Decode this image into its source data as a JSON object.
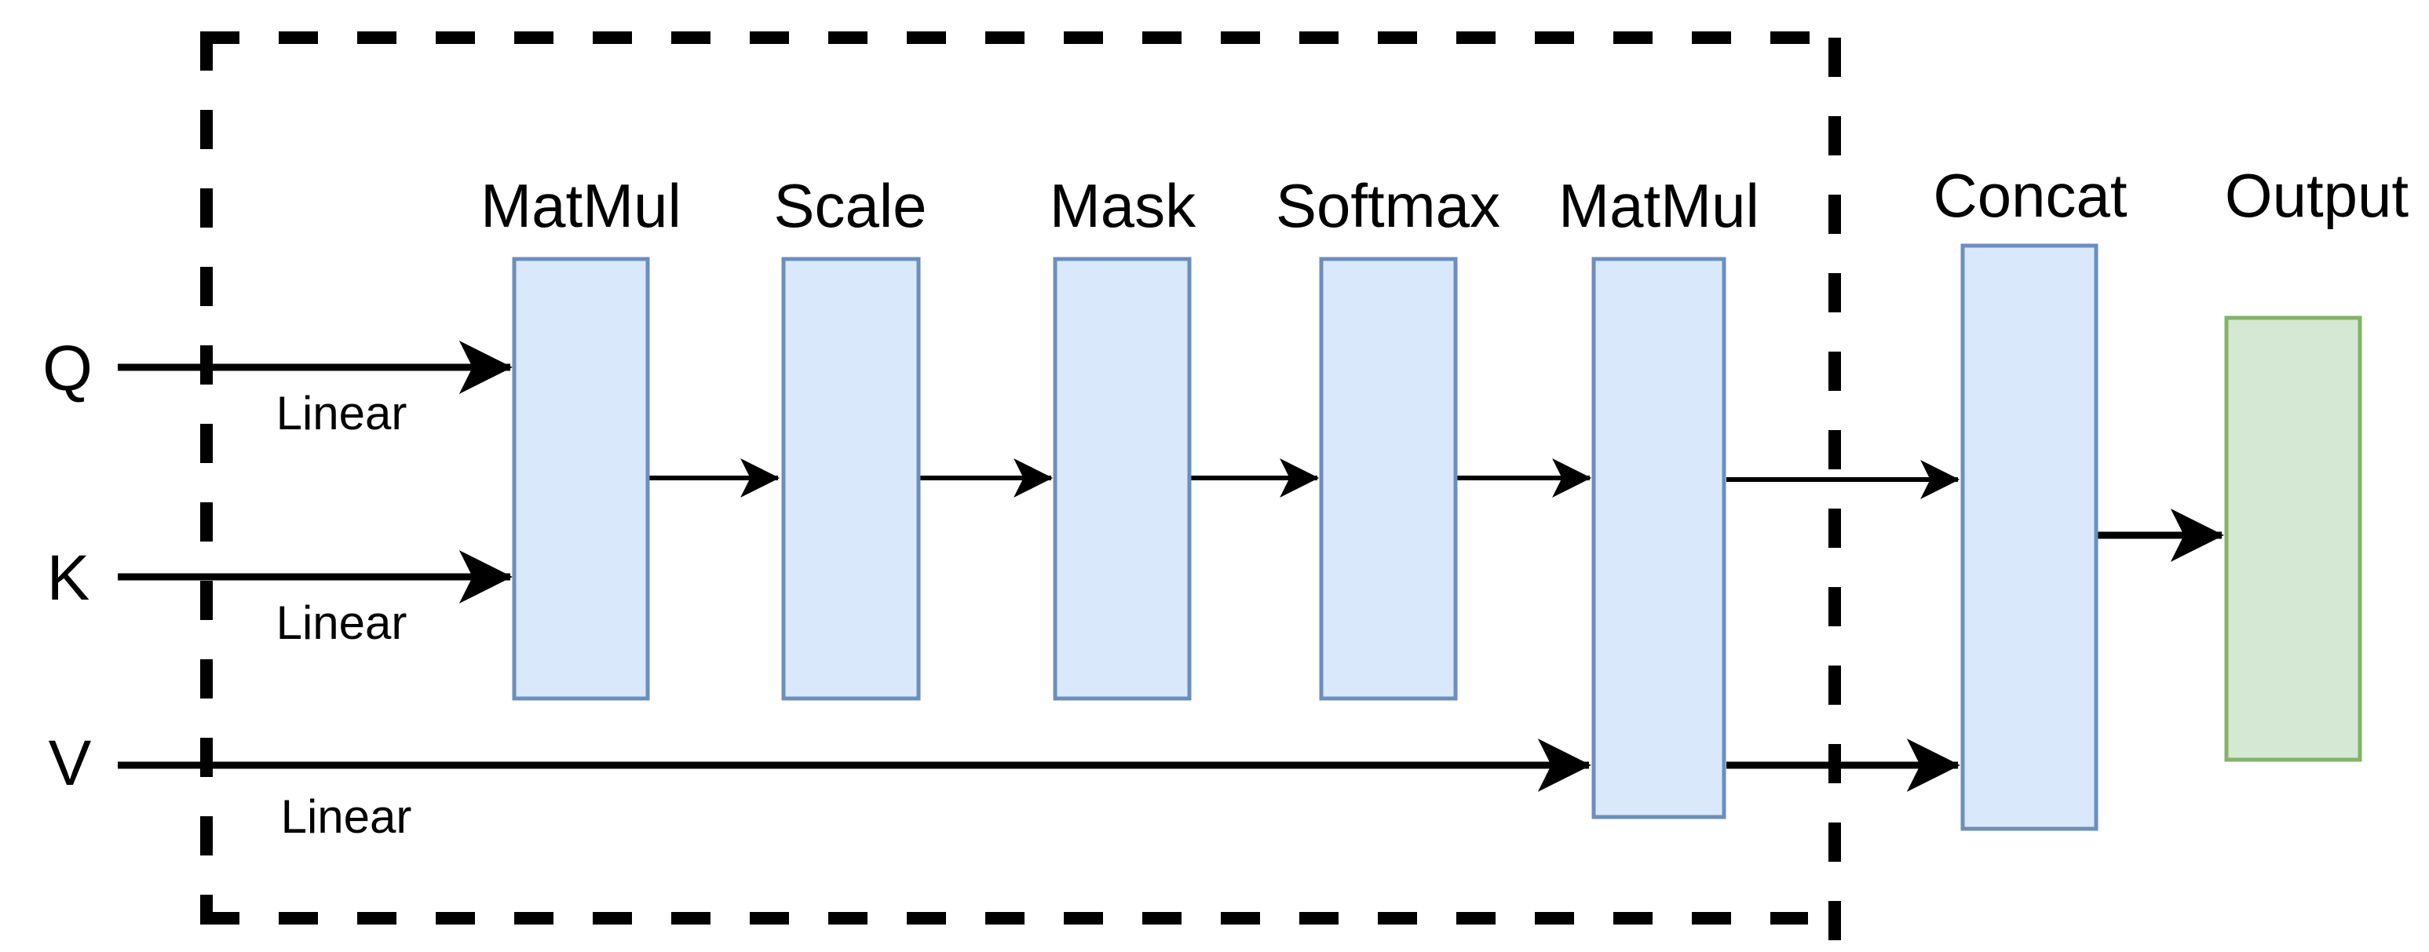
{
  "diagram": {
    "type": "flow-diagram",
    "colors": {
      "background": "#ffffff",
      "line": "#000000",
      "text": "#000000",
      "block_fill": "#dae8fc",
      "block_stroke": "#6c8ebf",
      "output_fill": "#d5e8d4",
      "output_stroke": "#82b366"
    },
    "inputs": [
      {
        "label": "Q",
        "linear_label": "Linear"
      },
      {
        "label": "K",
        "linear_label": "Linear"
      },
      {
        "label": "V",
        "linear_label": "Linear"
      }
    ],
    "blocks": [
      {
        "label": "MatMul"
      },
      {
        "label": "Scale"
      },
      {
        "label": "Mask"
      },
      {
        "label": "Softmax"
      },
      {
        "label": "MatMul"
      },
      {
        "label": "Concat"
      },
      {
        "label": "Output"
      }
    ]
  }
}
